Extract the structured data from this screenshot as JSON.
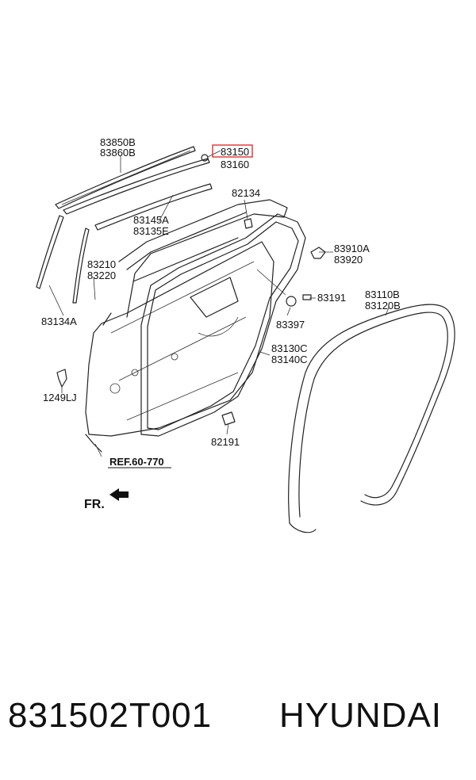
{
  "diagram": {
    "labels": {
      "l83850B": "83850B",
      "l83860B": "83860B",
      "l83150": "83150",
      "l83160": "83160",
      "l82134": "82134",
      "l83145A": "83145A",
      "l83135E": "83135E",
      "l83910A": "83910A",
      "l83920": "83920",
      "l83210": "83210",
      "l83220": "83220",
      "l83191": "83191",
      "l83110B": "83110B",
      "l83120B": "83120B",
      "l83134A": "83134A",
      "l83397": "83397",
      "l83130C": "83130C",
      "l83140C": "83140C",
      "l1249LJ": "1249LJ",
      "l82191": "82191",
      "ref": "REF.60-770",
      "fr": "FR."
    },
    "highlight_color": "#e03030"
  },
  "footer": {
    "part_number": "831502T001",
    "brand": "HYUNDAI"
  }
}
